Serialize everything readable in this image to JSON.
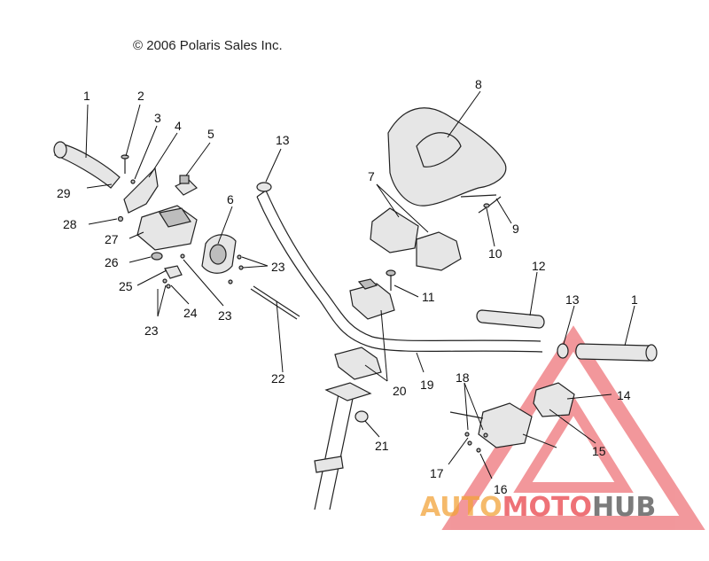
{
  "copyright": "© 2006 Polaris Sales Inc.",
  "callouts": {
    "c1a": "1",
    "c1b": "1",
    "c2": "2",
    "c3": "3",
    "c4": "4",
    "c5": "5",
    "c6": "6",
    "c7": "7",
    "c8": "8",
    "c9": "9",
    "c10": "10",
    "c11": "11",
    "c12": "12",
    "c13a": "13",
    "c13b": "13",
    "c14": "14",
    "c15": "15",
    "c16": "16",
    "c17": "17",
    "c18": "18",
    "c19": "19",
    "c20": "20",
    "c21": "21",
    "c22": "22",
    "c23a": "23",
    "c23b": "23",
    "c23c": "23",
    "c24": "24",
    "c25": "25",
    "c26": "26",
    "c27": "27",
    "c28": "28",
    "c29": "29"
  },
  "watermark": {
    "part1": "AUTO",
    "part2": "MOTO",
    "part3": "HUB"
  },
  "colors": {
    "watermark_red": "#e8434a",
    "watermark_orange": "#f2a33a",
    "watermark_gray": "#6d6d6d"
  }
}
